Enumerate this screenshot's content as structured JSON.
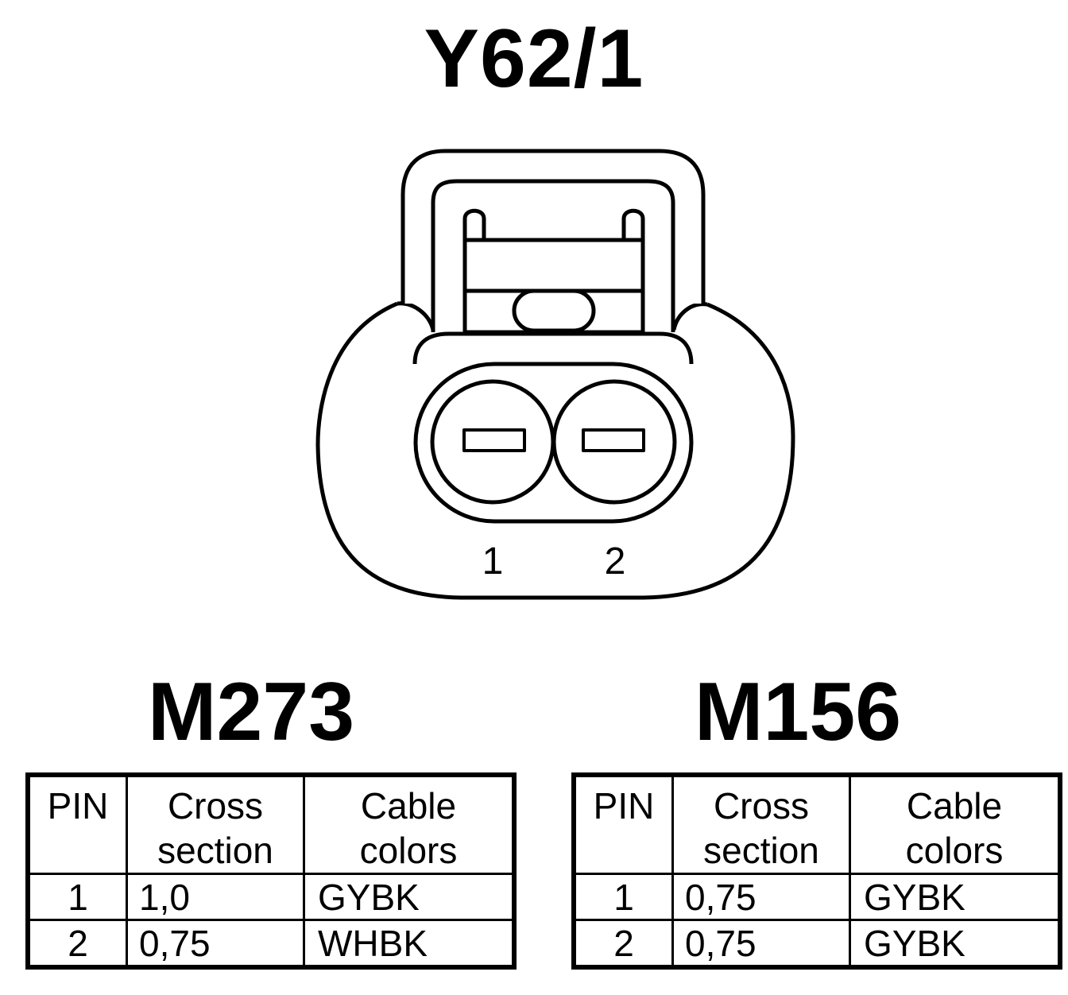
{
  "diagram": {
    "connector_title": "Y62/1",
    "pin_labels": [
      "1",
      "2"
    ]
  },
  "tables": [
    {
      "engine": "M273",
      "headers": {
        "pin": "PIN",
        "cross_line1": "Cross",
        "cross_line2": "section",
        "cable_line1": "Cable",
        "cable_line2": "colors"
      },
      "rows": [
        {
          "pin": "1",
          "cross_section": "1,0",
          "cable_color": "GYBK"
        },
        {
          "pin": "2",
          "cross_section": "0,75",
          "cable_color": "WHBK"
        }
      ]
    },
    {
      "engine": "M156",
      "headers": {
        "pin": "PIN",
        "cross_line1": "Cross",
        "cross_line2": "section",
        "cable_line1": "Cable",
        "cable_line2": "colors"
      },
      "rows": [
        {
          "pin": "1",
          "cross_section": "0,75",
          "cable_color": "GYBK"
        },
        {
          "pin": "2",
          "cross_section": "0,75",
          "cable_color": "GYBK"
        }
      ]
    }
  ]
}
